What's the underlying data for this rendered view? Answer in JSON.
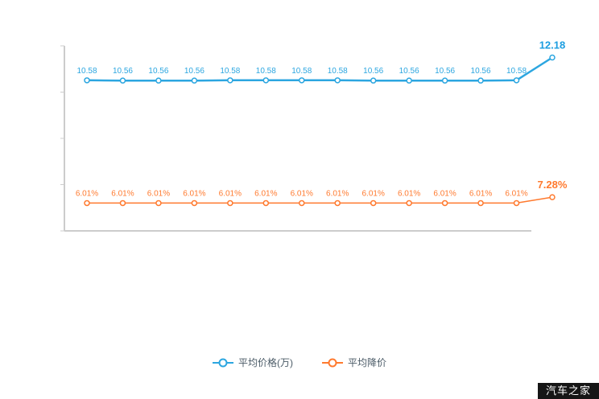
{
  "watermark": "汽车之家",
  "chart_data": {
    "type": "line",
    "title": "",
    "xlabel": "",
    "ylabel": "",
    "grid": false,
    "legend_position": "bottom",
    "series": [
      {
        "name": "平均价格(万)",
        "color": "#2ca6e0",
        "final_color": "#1b9de0",
        "ylim": [
          0,
          13
        ],
        "values": [
          10.58,
          10.56,
          10.56,
          10.56,
          10.58,
          10.58,
          10.58,
          10.58,
          10.56,
          10.56,
          10.56,
          10.56,
          10.58,
          12.18
        ],
        "labels": [
          "10.58",
          "10.56",
          "10.56",
          "10.56",
          "10.58",
          "10.58",
          "10.58",
          "10.58",
          "10.56",
          "10.56",
          "10.56",
          "10.56",
          "10.58",
          "12.18"
        ]
      },
      {
        "name": "平均降价",
        "color": "#ff7a2f",
        "final_color": "#ff7a2f",
        "ylim": [
          0,
          40
        ],
        "values": [
          6.01,
          6.01,
          6.01,
          6.01,
          6.01,
          6.01,
          6.01,
          6.01,
          6.01,
          6.01,
          6.01,
          6.01,
          6.01,
          7.28
        ],
        "labels": [
          "6.01%",
          "6.01%",
          "6.01%",
          "6.01%",
          "6.01%",
          "6.01%",
          "6.01%",
          "6.01%",
          "6.01%",
          "6.01%",
          "6.01%",
          "6.01%",
          "6.01%",
          "7.28%"
        ]
      }
    ]
  }
}
